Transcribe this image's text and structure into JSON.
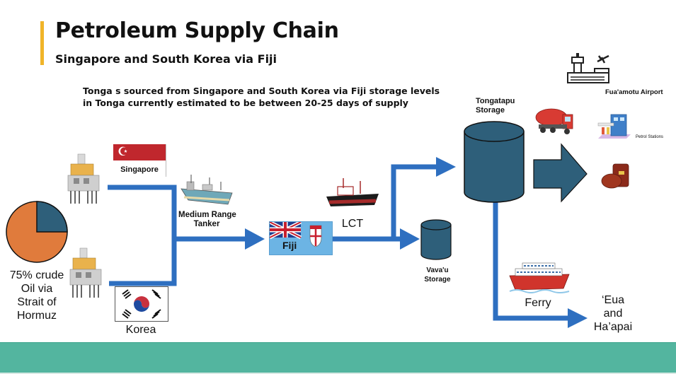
{
  "header": {
    "title": "Petroleum Supply Chain",
    "subtitle": "Singapore and South Korea via Fiji",
    "description_line1": "Tonga s sourced from Singapore and South Korea via Fiji storage levels",
    "description_line2": "in Tonga currently estimated to be between 20-25 days of supply"
  },
  "pie": {
    "label_line1": "75% crude",
    "label_line2": "Oil via",
    "label_line3": "Strait of",
    "label_line4": "Hormuz",
    "slices": [
      {
        "name": "Via Strait of Hormuz",
        "percent": 75,
        "color": "#e07b3c"
      },
      {
        "name": "Other",
        "percent": 25,
        "color": "#2e5f7a"
      }
    ]
  },
  "sources": {
    "singapore": {
      "label": "Singapore"
    },
    "korea": {
      "label": "Korea"
    }
  },
  "transport": {
    "tanker": {
      "line1": "Medium Range",
      "line2": "Tanker"
    },
    "lct": {
      "label": "LCT"
    },
    "ferry": {
      "label": "Ferry"
    }
  },
  "hub": {
    "fiji": {
      "label": "Fiji"
    }
  },
  "storage": {
    "tongatapu": {
      "line1": "Tongatapu",
      "line2": "Storage"
    },
    "vavau": {
      "line1": "Vava'u",
      "line2": "Storage"
    }
  },
  "destinations": {
    "airport": "Fua'amotu Airport",
    "petrol_stations": "Petrol Stations",
    "outer_islands": {
      "line1": "‘Eua",
      "line2": "and",
      "line3": "Ha’apai"
    }
  },
  "colors": {
    "pipeline": "#2e6fc0",
    "storage": "#2e5f7a",
    "accent": "#f0b429",
    "footer": "#53b59f"
  }
}
